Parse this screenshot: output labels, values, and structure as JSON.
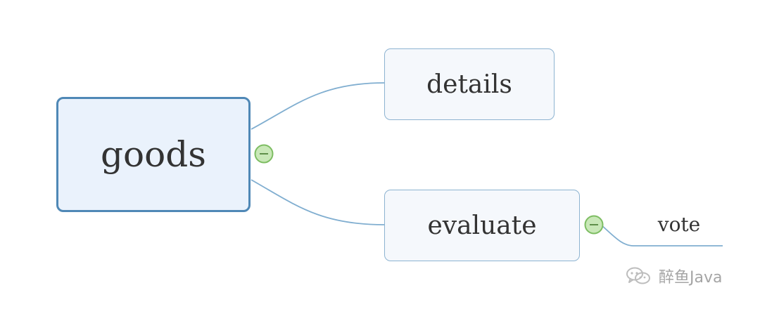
{
  "mindmap": {
    "root": {
      "label": "goods"
    },
    "children": [
      {
        "label": "details"
      },
      {
        "label": "evaluate",
        "children": [
          {
            "label": "vote"
          }
        ]
      }
    ]
  },
  "watermark": {
    "text": "醉鱼Java"
  },
  "icons": {
    "collapse": "minus-circle-icon",
    "watermark": "wechat-logo"
  },
  "colors": {
    "root_border": "#4f88b6",
    "root_fill": "#eaf2fc",
    "child_border": "#8db3d1",
    "child_fill": "#f5f8fc",
    "connector": "#80aed0",
    "toggle_fill": "#c9e8b8",
    "toggle_border": "#7dbd62",
    "text": "#333333",
    "watermark": "#a5a5a5"
  }
}
